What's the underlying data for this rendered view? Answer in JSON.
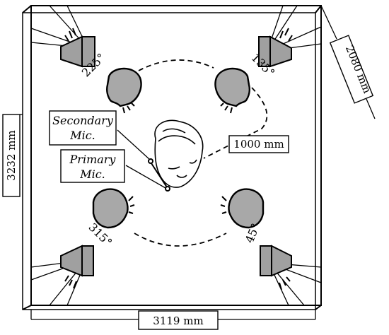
{
  "dimensions": {
    "height": "3232 mm",
    "width": "3119 mm",
    "depth": "2080 mm",
    "radius": "1000 mm"
  },
  "angles": {
    "front_right": "45°",
    "back_right": "135°",
    "back_left": "225°",
    "front_left": "315°"
  },
  "mics": {
    "secondary_line1": "Secondary",
    "secondary_line2": "Mic.",
    "primary_line1": "Primary",
    "primary_line2": "Mic."
  },
  "colors": {
    "speaker_fill": "#a0a0a0",
    "head_fill": "#a8a8a8",
    "stroke": "#000000"
  }
}
